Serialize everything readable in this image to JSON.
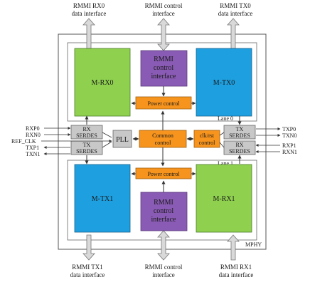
{
  "top_labels": {
    "rx0": [
      "RMMI RX0",
      "data interface"
    ],
    "ctrl": [
      "RMMI control",
      "interface"
    ],
    "tx0": [
      "RMMI TX0",
      "data interface"
    ]
  },
  "bottom_labels": {
    "tx1": [
      "RMMI TX1",
      "data interface"
    ],
    "ctrl": [
      "RMMI control",
      "interface"
    ],
    "rx1": [
      "RMMI RX1",
      "data interface"
    ]
  },
  "blocks": {
    "m_rx0": "M-RX0",
    "rmmi_ctrl_top": [
      "RMMI",
      "control",
      "interface"
    ],
    "m_tx0": "M-TX0",
    "power_top": "Power control",
    "lane0": "Lane 0",
    "rx_serdes_left": [
      "RX",
      "SERDES"
    ],
    "tx_serdes_left": [
      "TX",
      "SERDES"
    ],
    "pll": "PLL",
    "common_control": [
      "Common",
      "control"
    ],
    "clk_rst_control": [
      "clk/rst",
      "control"
    ],
    "tx_serdes_right": [
      "TX",
      "SERDES"
    ],
    "rx_serdes_right": [
      "RX",
      "SERDES"
    ],
    "lane1": "Lane 1",
    "m_tx1": "M-TX1",
    "power_bottom": "Power control",
    "rmmi_ctrl_bottom": [
      "RMMI",
      "control",
      "interface"
    ],
    "m_rx1": "M-RX1",
    "mphy": "MPHY"
  },
  "signals": {
    "left": [
      "RXP0",
      "RXN0",
      "REF_CLK",
      "TXP1",
      "TXN1"
    ],
    "right": [
      "TXP0",
      "TXN0",
      "RXP1",
      "RXN1"
    ]
  },
  "colors": {
    "green": "#8fd14f",
    "purple": "#8a5bb5",
    "blue": "#1e9fe0",
    "orange": "#f7941d",
    "gray": "#c8c8c8",
    "arrow_fill": "#d9d9d9"
  }
}
